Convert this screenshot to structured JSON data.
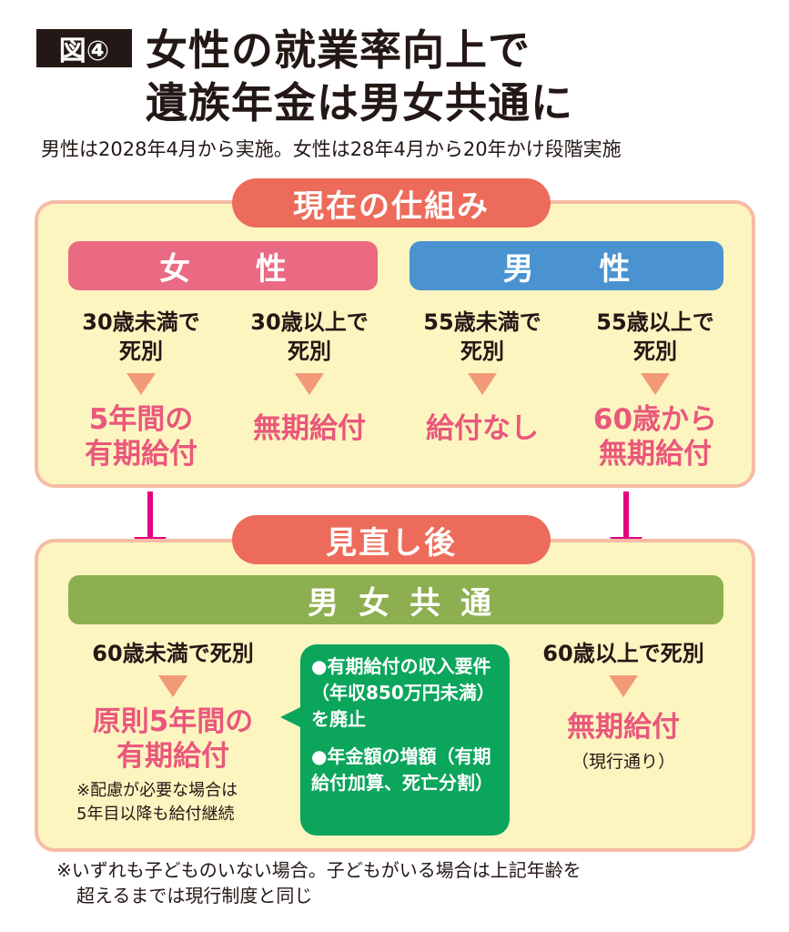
{
  "header": {
    "badge": "図④",
    "title_line1": "女性の就業率向上で",
    "title_line2": "遺族年金は男女共通に",
    "subtitle": "男性は2028年4月から実施。女性は28年4月から20年かけ段階実施"
  },
  "current": {
    "label": "現在の仕組み",
    "female": "女 性",
    "male": "男 性",
    "columns": [
      {
        "cond1": "30歳未満で",
        "cond2": "死別",
        "res1": "5年間の",
        "res2": "有期給付"
      },
      {
        "cond1": "30歳以上で",
        "cond2": "死別",
        "res1": "無期給付",
        "res2": ""
      },
      {
        "cond1": "55歳未満で",
        "cond2": "死別",
        "res1": "給付なし",
        "res2": ""
      },
      {
        "cond1": "55歳以上で",
        "cond2": "死別",
        "res1": "60歳から",
        "res2": "無期給付"
      }
    ]
  },
  "revised": {
    "label": "見直し後",
    "common": "男女共通",
    "left": {
      "cond": "60歳未満で死別",
      "res1": "原則5年間の",
      "res2": "有期給付",
      "note1": "※配慮が必要な場合は",
      "note2": "5年目以降も給付継続"
    },
    "callout": {
      "p1": "●有期給付の収入要件（年収850万円未満）を廃止",
      "p2": "●年金額の増額（有期給付加算、死亡分割）"
    },
    "right": {
      "cond": "60歳以上で死別",
      "res": "無期給付",
      "note": "（現行通り）"
    }
  },
  "footer": {
    "line1": "※いずれも子どものいない場合。子どもがいる場合は上記年齢を",
    "line2": "超えるまでは現行制度と同じ"
  },
  "colors": {
    "pill": "#ec6b5a",
    "female": "#e96a82",
    "male": "#4a93d0",
    "common": "#8daf4f",
    "callout": "#0ba55c",
    "arrow": "#e4007f",
    "result": "#e9587c"
  }
}
